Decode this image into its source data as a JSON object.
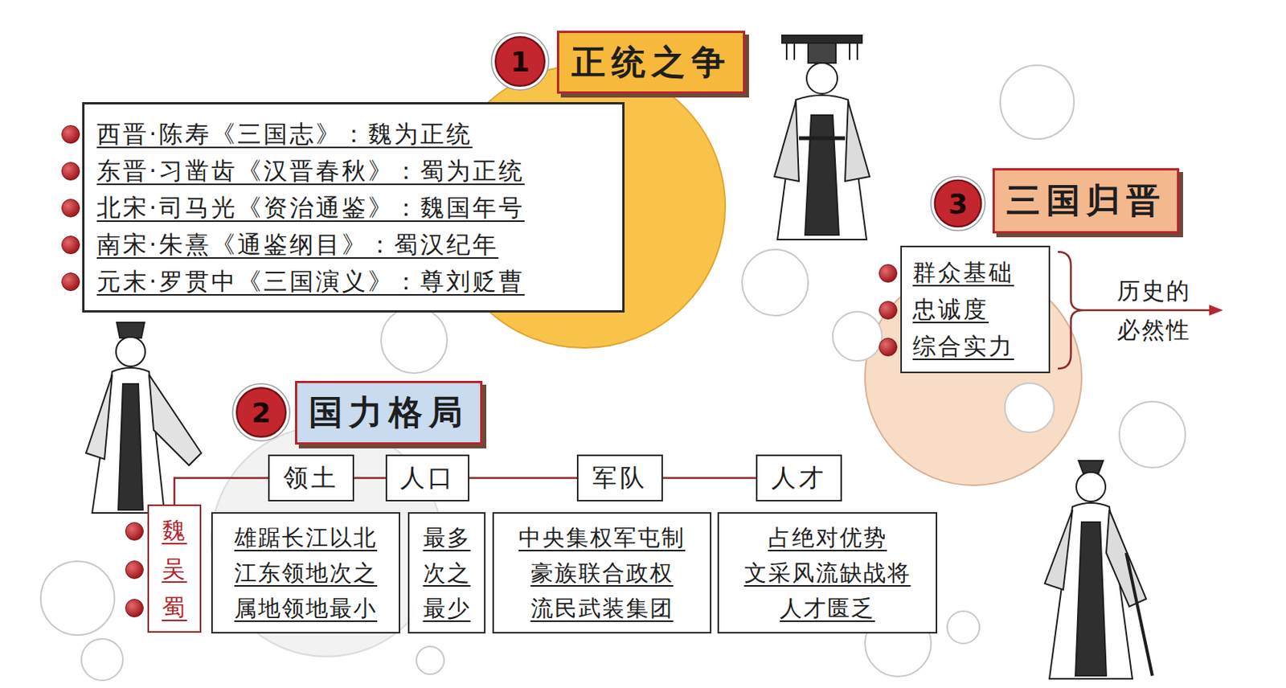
{
  "diagram": {
    "nodes": [
      {
        "text": [
          "1"
        ]
      },
      {
        "text": [
          "正统之争"
        ]
      },
      {
        "text": [
          "西晋·陈寿《三国志》：魏为正统",
          "东晋·习凿齿《汉晋春秋》：蜀为正统",
          "北宋·司马光《资治通鉴》：魏国年号",
          "南宋·朱熹《通鉴纲目》：蜀汉纪年",
          "元末·罗贯中《三国演义》：尊刘贬曹"
        ]
      },
      {
        "text": [
          "3"
        ]
      },
      {
        "text": [
          "三国归晋"
        ]
      },
      {
        "text": [
          "群众基础",
          "忠诚度",
          "综合实力"
        ]
      },
      {
        "text": [
          "2"
        ]
      },
      {
        "text": [
          "国力格局"
        ]
      },
      {
        "text": [
          "领土"
        ]
      },
      {
        "text": [
          "人口"
        ]
      },
      {
        "text": [
          "军队"
        ]
      },
      {
        "text": [
          "人才"
        ]
      },
      {
        "text": [
          "魏",
          "吴",
          "蜀"
        ]
      },
      {
        "text": [
          "雄踞长江以北",
          "江东领地次之",
          "属地领地最小"
        ]
      },
      {
        "text": [
          "最多",
          "次之",
          "最少"
        ]
      },
      {
        "text": [
          "中央集权军屯制",
          "豪族联合政权",
          "流民武装集团"
        ]
      },
      {
        "text": [
          "占绝对优势",
          "文采风流缺战将",
          "人才匮乏"
        ]
      }
    ],
    "edges": [
      {
        "from": 12,
        "to": 8,
        "arrow": "none"
      },
      {
        "from": 8,
        "to": 9,
        "arrow": "none"
      },
      {
        "from": 9,
        "to": 10,
        "arrow": "none"
      },
      {
        "from": 10,
        "to": 11,
        "arrow": "none"
      }
    ],
    "labels": [
      "历史的 必然性"
    ]
  }
}
